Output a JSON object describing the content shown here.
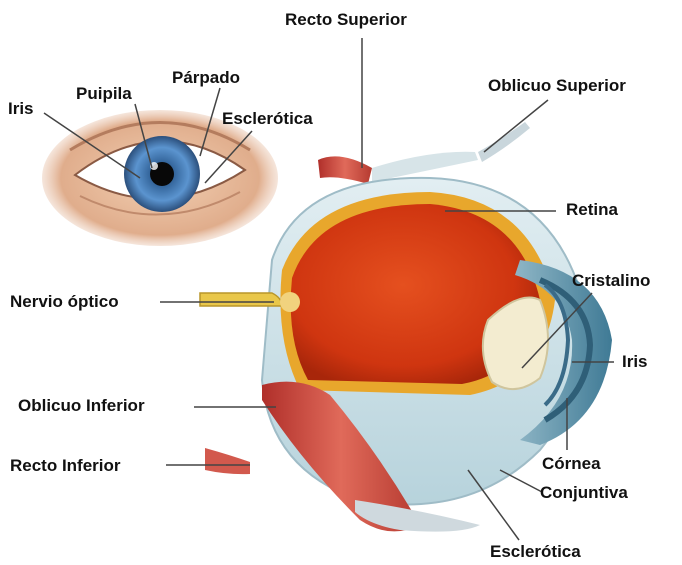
{
  "labels": {
    "recto_superior": "Recto Superior",
    "oblicuo_superior": "Oblicuo Superior",
    "parpado": "Párpado",
    "puipila": "Puipila",
    "iris_left": "Iris",
    "esclerotica_top": "Esclerótica",
    "retina": "Retina",
    "cristalino": "Cristalino",
    "nervio_optico": "Nervio óptico",
    "iris_right": "Iris",
    "oblicuo_inferior": "Oblicuo Inferior",
    "recto_inferior": "Recto Inferior",
    "cornea": "Córnea",
    "conjuntiva": "Conjuntiva",
    "esclerotica_bottom": "Esclerótica"
  },
  "colors": {
    "label_text": "#111111",
    "leader_line": "#444444",
    "muscle": "#c8423c",
    "sclera": "#cfe3ea",
    "choroid": "#e8a72c",
    "vitreous": "#d63a12",
    "lens": "#f3ecd0",
    "iris_eye": "#4f86c0"
  },
  "icons": [
    "eye-photo-icon",
    "eye-cross-section-icon"
  ]
}
